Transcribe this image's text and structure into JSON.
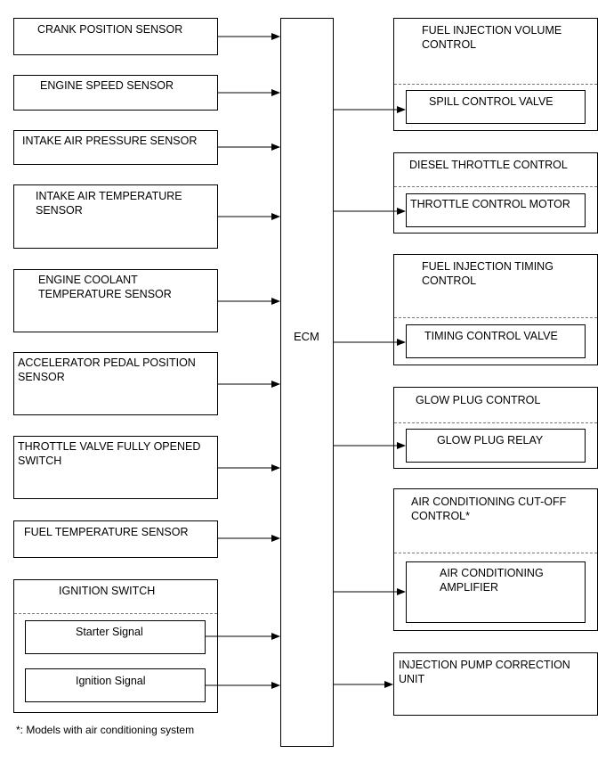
{
  "ecm_label": "ECM",
  "inputs": [
    {
      "id": "crank",
      "label": "CRANK POSITION SENSOR"
    },
    {
      "id": "engine-speed",
      "label": "ENGINE SPEED SENSOR"
    },
    {
      "id": "intake-pressure",
      "label": "INTAKE AIR PRESSURE SENSOR"
    },
    {
      "id": "intake-temp",
      "label": "INTAKE AIR TEMPERATURE\nSENSOR"
    },
    {
      "id": "coolant-temp",
      "label": "ENGINE COOLANT\nTEMPERATURE SENSOR"
    },
    {
      "id": "accel-pedal",
      "label": "ACCELERATOR PEDAL POSITION\nSENSOR"
    },
    {
      "id": "throttle-switch",
      "label": "THROTTLE VALVE FULLY OPENED\nSWITCH"
    },
    {
      "id": "fuel-temp",
      "label": "FUEL TEMPERATURE SENSOR"
    }
  ],
  "ignition": {
    "title": "IGNITION SWITCH",
    "starter": "Starter Signal",
    "ignition_signal": "Ignition Signal"
  },
  "outputs": [
    {
      "id": "fuel-volume",
      "title": "FUEL INJECTION VOLUME\nCONTROL",
      "inner": "SPILL CONTROL VALVE"
    },
    {
      "id": "diesel-throttle",
      "title": "DIESEL THROTTLE CONTROL",
      "inner": "THROTTLE CONTROL MOTOR"
    },
    {
      "id": "fuel-timing",
      "title": "FUEL INJECTION TIMING\nCONTROL",
      "inner": "TIMING CONTROL VALVE"
    },
    {
      "id": "glow-plug",
      "title": "GLOW PLUG CONTROL",
      "inner": "GLOW PLUG RELAY"
    },
    {
      "id": "ac-cutoff",
      "title": "AIR CONDITIONING CUT-OFF\nCONTROL*",
      "inner": "AIR CONDITIONING\nAMPLIFIER"
    }
  ],
  "correction_unit": "INJECTION PUMP CORRECTION\nUNIT",
  "footnote": "*: Models with air conditioning system"
}
